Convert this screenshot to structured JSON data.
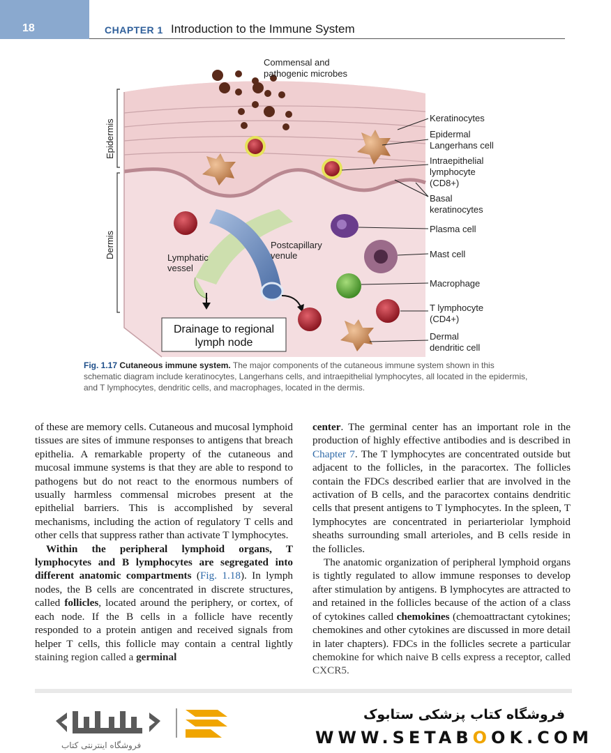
{
  "header": {
    "page_number": "18",
    "chapter_label": "CHAPTER 1",
    "chapter_title": "Introduction to the Immune System"
  },
  "figure": {
    "labels": {
      "microbes_line1": "Commensal and",
      "microbes_line2": "pathogenic microbes",
      "epidermis": "Epidermis",
      "dermis": "Dermis",
      "keratinocytes": "Keratinocytes",
      "langerhans_line1": "Epidermal",
      "langerhans_line2": "Langerhans cell",
      "iel_line1": "Intraepithelial",
      "iel_line2": "lymphocyte",
      "iel_line3": "(CD8+)",
      "basal_line1": "Basal",
      "basal_line2": "keratinocytes",
      "plasma": "Plasma cell",
      "mast": "Mast cell",
      "macrophage": "Macrophage",
      "tcell_line1": "T lymphocyte",
      "tcell_line2": "(CD4+)",
      "dermal_dc_line1": "Dermal",
      "dermal_dc_line2": "dendritic cell",
      "postcap_line1": "Postcapillary",
      "postcap_line2": "venule",
      "lymphatic_line1": "Lymphatic",
      "lymphatic_line2": "vessel",
      "drainage_line1": "Drainage to regional",
      "drainage_line2": "lymph node"
    },
    "colors": {
      "skin": "#f3d6d2",
      "dermis": "#f4dde0",
      "keratinocyte_lines": "#c9a3a8",
      "t_cell": "#b5202a",
      "plasma_cell": "#6a3d8c",
      "macrophage": "#5aa83a",
      "mast_cell": "#7a4b6b",
      "dendritic_cell": "#c98a5a",
      "venule": "#5f80b3",
      "lymphatic": "#b8d59a",
      "microbe": "#5a2a1a"
    }
  },
  "caption": {
    "fig_num": "Fig. 1.17",
    "fig_title": "Cutaneous immune system.",
    "text": "The major components of the cutaneous immune system shown in this schematic diagram include keratinocytes, Langerhans cells, and intraepithelial lymphocytes, all located in the epidermis, and T lymphocytes, dendritic cells, and macrophages, located in the dermis."
  },
  "body": {
    "left_p1": "of these are memory cells. Cutaneous and mucosal lymphoid tissues are sites of immune responses to antigens that breach epithelia. A remarkable property of the cutaneous and mucosal immune systems is that they are able to respond to pathogens but do not react to the enormous numbers of usually harmless commensal microbes present at the epithelial barriers. This is accomplished by several mechanisms, including the action of regulatory T cells and other cells that suppress rather than activate T lymphocytes.",
    "left_p2_bold": "Within the peripheral lymphoid organs, T lymphocytes and B lymphocytes are segregated into different anatomic compartments",
    "left_p2_paren_open": " (",
    "left_p2_xref": "Fig. 1.18",
    "left_p2_a": "). In lymph nodes, the B cells are concentrated in discrete structures, called ",
    "left_p2_follicles": "follicles",
    "left_p2_b": ", located around the periphery, or cortex, of each node. If the B cells in a follicle have recently responded to a protein antigen and received signals from helper T cells, this follicle may contain a central lightly staining region called a ",
    "left_p2_germinal": "germinal",
    "right_p1_center": "center",
    "right_p1_a": ". The germinal center has an important role in the production of highly effective antibodies and is described in ",
    "right_p1_xref": "Chapter 7",
    "right_p1_b": ". The T lymphocytes are concentrated outside but adjacent to the follicles, in the paracortex. The follicles contain the FDCs described earlier that are involved in the activation of B cells, and the paracortex contains dendritic cells that present antigens to T lymphocytes. In the spleen, T lymphocytes are concentrated in periarteriolar lymphoid sheaths surrounding small arterioles, and B cells reside in the follicles.",
    "right_p2_a": "The anatomic organization of peripheral lymphoid organs is tightly regulated to allow immune responses to develop after stimulation by antigens. B lymphocytes are attracted to and retained in the follicles because of the action of a class of cytokines called ",
    "right_p2_chemokines": "chemokines",
    "right_p2_b": " (chemoattractant cytokines; chemokines and other cytokines are discussed in more detail in later chapters). FDCs in the follicles secrete a particular chemokine for which naive B cells express a receptor, called CXCR5."
  },
  "footer": {
    "logo_text": "فروشگاه اینترنتی کتاب",
    "store_name": "فروشگاه کتاب پزشکی ستابوک",
    "url_part1": "WWW.SETAB",
    "url_o": "O",
    "url_part2": "OK.COM"
  }
}
